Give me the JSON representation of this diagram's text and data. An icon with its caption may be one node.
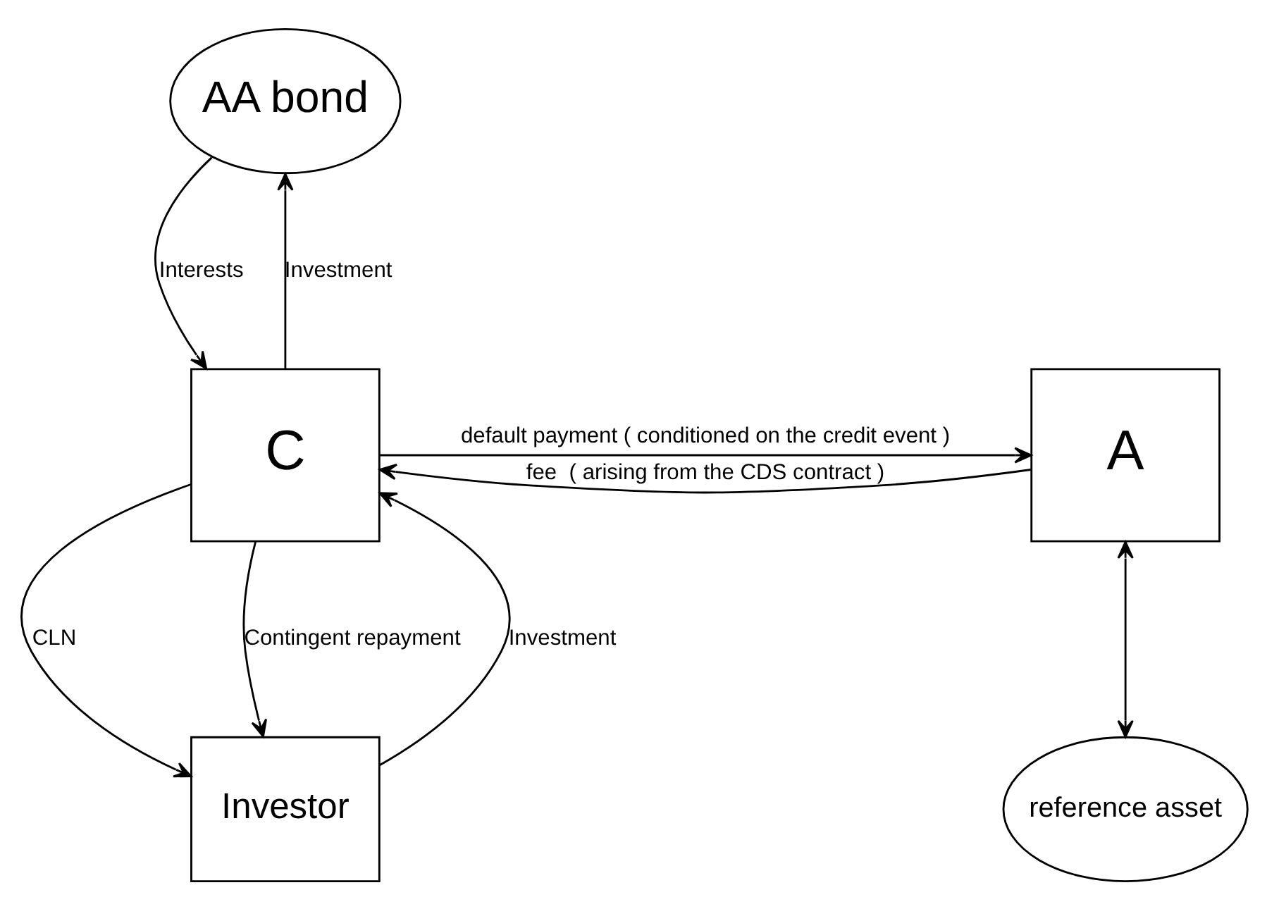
{
  "diagram": {
    "nodes": [
      {
        "text": [
          "AA bond"
        ]
      },
      {
        "text": [
          "A"
        ]
      },
      {
        "text": [
          "C"
        ]
      },
      {
        "text": [
          "reference asset"
        ]
      },
      {
        "text": [
          "Investor"
        ]
      }
    ],
    "edges": [
      {
        "from": 2,
        "to": 0,
        "arrow": "to",
        "label": "Investment"
      },
      {
        "from": 0,
        "to": 2,
        "arrow": "to",
        "label": "Interests"
      },
      {
        "from": 1,
        "to": 2,
        "arrow": "to",
        "label": "fee  ( arising from the CDS contract )"
      },
      {
        "from": 2,
        "to": 1,
        "arrow": "to",
        "label": "default payment ( conditioned on the credit event )"
      },
      {
        "from": 1,
        "to": 3,
        "arrow": "both"
      },
      {
        "from": 4,
        "to": 2,
        "arrow": "to",
        "label": "Investment"
      },
      {
        "from": 2,
        "to": 4,
        "arrow": "to",
        "label": "CLN"
      },
      {
        "from": 2,
        "to": 4,
        "arrow": "to",
        "label": "Contingent repayment"
      }
    ]
  }
}
